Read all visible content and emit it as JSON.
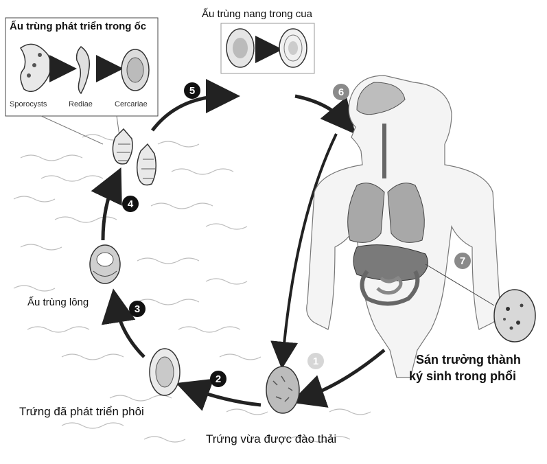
{
  "labels": {
    "snail_development": "Ấu trùng phát triển trong ốc",
    "crab_cyst": "Ấu trùng nang trong cua",
    "miracidium": "Ấu trùng lông",
    "embryonated_egg": "Trứng đã phát triển phôi",
    "excreted_egg": "Trứng vừa được đào thải",
    "adult_line1": "Sán trưởng thành",
    "adult_line2": "ký sinh trong phổi"
  },
  "stages_in_snail": [
    "Sporocysts",
    "Rediae",
    "Cercariae"
  ],
  "steps": [
    "1",
    "2",
    "3",
    "4",
    "5",
    "6",
    "7"
  ]
}
